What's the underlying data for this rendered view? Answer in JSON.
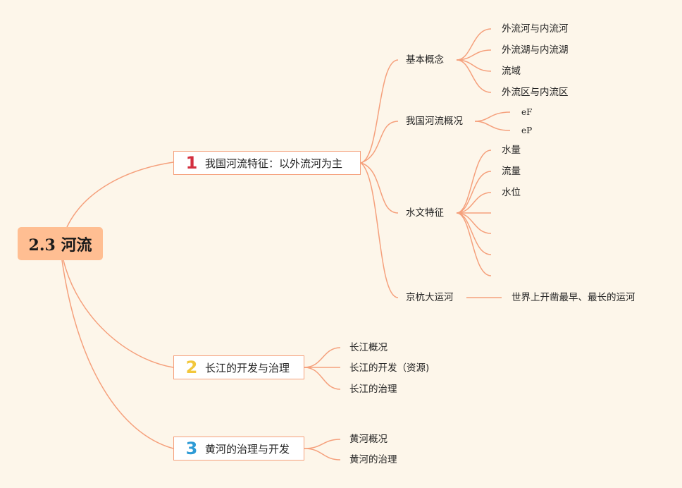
{
  "root": {
    "label": "2.3 河流"
  },
  "branch1": {
    "num": "1",
    "label": "我国河流特征：以外流河为主",
    "sub": {
      "basic": "基本概念",
      "basic_items": [
        "外流河与内流河",
        "外流湖与内流湖",
        "流域",
        "外流区与内流区"
      ],
      "overview": "我国河流概况",
      "overview_items": [
        "eF",
        "eP"
      ],
      "hydro": "水文特征",
      "hydro_items": [
        "水量",
        "流量",
        "水位"
      ],
      "canal": "京杭大运河",
      "canal_note": "世界上开凿最早、最长的运河"
    }
  },
  "branch2": {
    "num": "2",
    "label": "长江的开发与治理",
    "items": [
      "长江概况",
      "长江的开发（资源)",
      "长江的治理"
    ]
  },
  "branch3": {
    "num": "3",
    "label": "黄河的治理与开发",
    "items": [
      "黄河概况",
      "黄河的治理"
    ]
  },
  "colors": {
    "background": "#FDF6EA",
    "line": "#F5A07C",
    "root": "#FFBE92"
  }
}
